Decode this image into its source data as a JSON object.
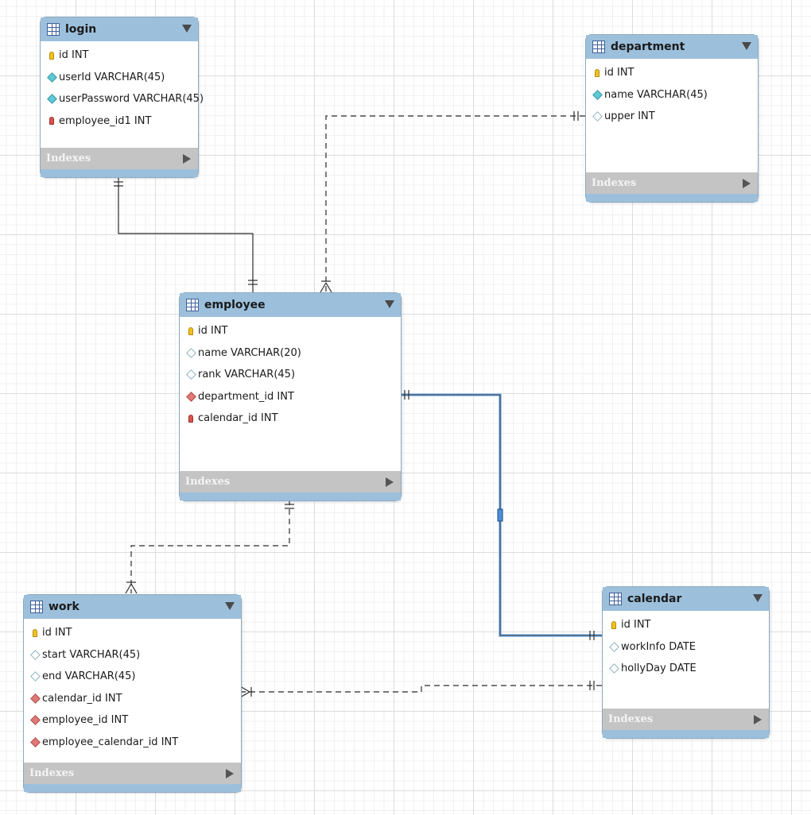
{
  "tables": {
    "login": {
      "name": "login",
      "columns": [
        {
          "icon": "primary-key-icon",
          "text": "id INT"
        },
        {
          "icon": "not-null-column-icon",
          "text": "userId VARCHAR(45)"
        },
        {
          "icon": "not-null-column-icon",
          "text": "userPassword VARCHAR(45)"
        },
        {
          "icon": "foreign-key-icon",
          "text": "employee_id1 INT"
        }
      ],
      "indexes_label": "Indexes"
    },
    "department": {
      "name": "department",
      "columns": [
        {
          "icon": "primary-key-icon",
          "text": "id INT"
        },
        {
          "icon": "not-null-column-icon",
          "text": "name VARCHAR(45)"
        },
        {
          "icon": "nullable-column-icon",
          "text": "upper INT"
        }
      ],
      "indexes_label": "Indexes"
    },
    "employee": {
      "name": "employee",
      "columns": [
        {
          "icon": "primary-key-icon",
          "text": "id INT"
        },
        {
          "icon": "nullable-column-icon",
          "text": "name VARCHAR(20)"
        },
        {
          "icon": "nullable-column-icon",
          "text": "rank VARCHAR(45)"
        },
        {
          "icon": "foreign-key-column-icon",
          "text": "department_id INT"
        },
        {
          "icon": "foreign-key-icon",
          "text": "calendar_id INT"
        }
      ],
      "indexes_label": "Indexes"
    },
    "work": {
      "name": "work",
      "columns": [
        {
          "icon": "primary-key-icon",
          "text": "id INT"
        },
        {
          "icon": "nullable-column-icon",
          "text": "start VARCHAR(45)"
        },
        {
          "icon": "nullable-column-icon",
          "text": "end VARCHAR(45)"
        },
        {
          "icon": "foreign-key-column-icon",
          "text": "calendar_id INT"
        },
        {
          "icon": "foreign-key-column-icon",
          "text": "employee_id INT"
        },
        {
          "icon": "foreign-key-column-icon",
          "text": "employee_calendar_id INT"
        }
      ],
      "indexes_label": "Indexes"
    },
    "calendar": {
      "name": "calendar",
      "columns": [
        {
          "icon": "primary-key-icon",
          "text": "id INT"
        },
        {
          "icon": "nullable-column-icon",
          "text": "workInfo DATE"
        },
        {
          "icon": "nullable-column-icon",
          "text": "hollyDay DATE"
        }
      ],
      "indexes_label": "Indexes"
    }
  },
  "relationships": [
    {
      "from": "login",
      "to": "employee",
      "style": "solid",
      "from_end": "one",
      "to_end": "one"
    },
    {
      "from": "department",
      "to": "employee",
      "style": "dashed",
      "from_end": "one",
      "to_end": "many"
    },
    {
      "from": "employee",
      "to": "calendar",
      "style": "solid-selected",
      "from_end": "one",
      "to_end": "one"
    },
    {
      "from": "employee",
      "to": "work",
      "style": "dashed",
      "from_end": "one",
      "to_end": "many"
    },
    {
      "from": "calendar",
      "to": "work",
      "style": "dashed",
      "from_end": "one",
      "to_end": "many"
    }
  ],
  "colors": {
    "header": "#9cc0dc",
    "indexes_bar": "#c4c4c4",
    "selected_relationship": "#4a90d9"
  }
}
